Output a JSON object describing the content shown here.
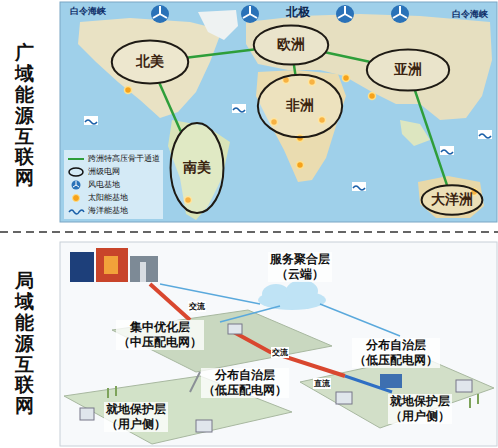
{
  "diagram": {
    "nodes": [
      {
        "text": [
          "北美"
        ]
      },
      {
        "text": [
          "欧洲"
        ]
      },
      {
        "text": [
          "亚洲"
        ]
      },
      {
        "text": [
          "非洲"
        ]
      },
      {
        "text": [
          "南美"
        ]
      },
      {
        "text": [
          "大洋洲"
        ]
      }
    ],
    "edges": [
      {
        "from": 0,
        "to": 1,
        "arrow": "none"
      },
      {
        "from": 1,
        "to": 2,
        "arrow": "none"
      },
      {
        "from": 1,
        "to": 3,
        "arrow": "none"
      },
      {
        "from": 0,
        "to": 4,
        "arrow": "none"
      },
      {
        "from": 2,
        "to": 5,
        "arrow": "none"
      }
    ],
    "labels": [
      "广域能源互联网",
      "北极",
      "白令海峡",
      "白令海峡",
      "局域能源互联网",
      "服务聚合层 （云端）",
      "交流",
      "集中优化层 （中压配电网）",
      "交流",
      "分布自治层 （低压配电网）",
      "直流",
      "分布自治层 （低压配电网）",
      "就地保护层 （用户侧）",
      "就地保护层 （用户侧）"
    ],
    "legend": [
      {
        "text": "跨洲特高压骨干通道"
      },
      {
        "text": "洲级电网"
      },
      {
        "text": "风电基地"
      },
      {
        "text": "太阳能基地"
      },
      {
        "text": "海洋能基地"
      }
    ]
  }
}
